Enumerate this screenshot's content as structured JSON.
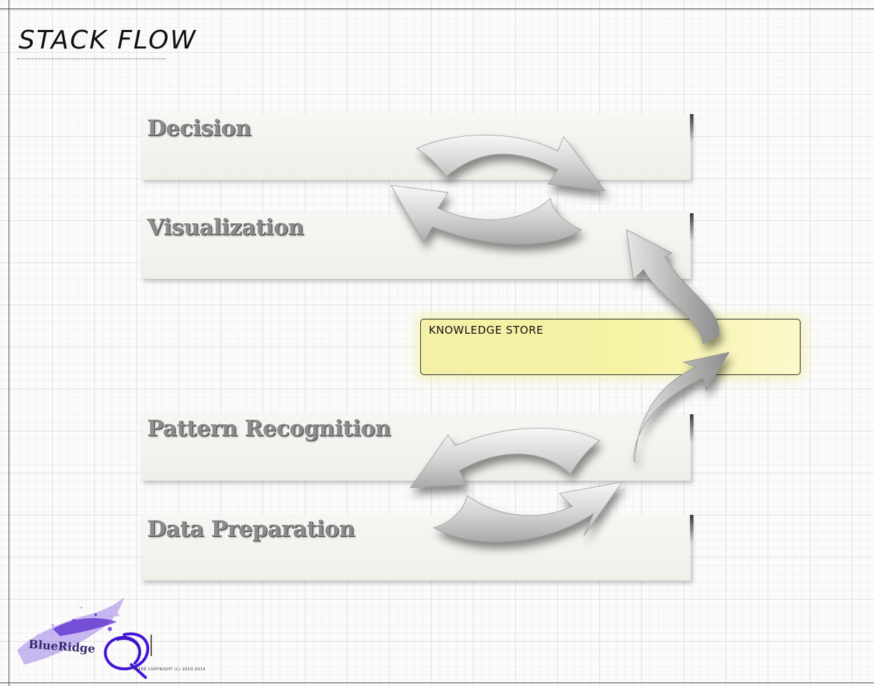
{
  "title": "STACK FLOW",
  "layers": [
    {
      "label": "Decision"
    },
    {
      "label": "Visualization"
    },
    {
      "label": "Pattern Recognition"
    },
    {
      "label": "Data Preparation"
    }
  ],
  "knowledge_store": {
    "label": "KNOWLEDGE STORE",
    "color": "#f5f2a6"
  },
  "logo": {
    "text": "BlueRidge",
    "color": "#5a2bd0"
  },
  "copyright": "MITRE COPYRIGHT (C) 2010-2014"
}
